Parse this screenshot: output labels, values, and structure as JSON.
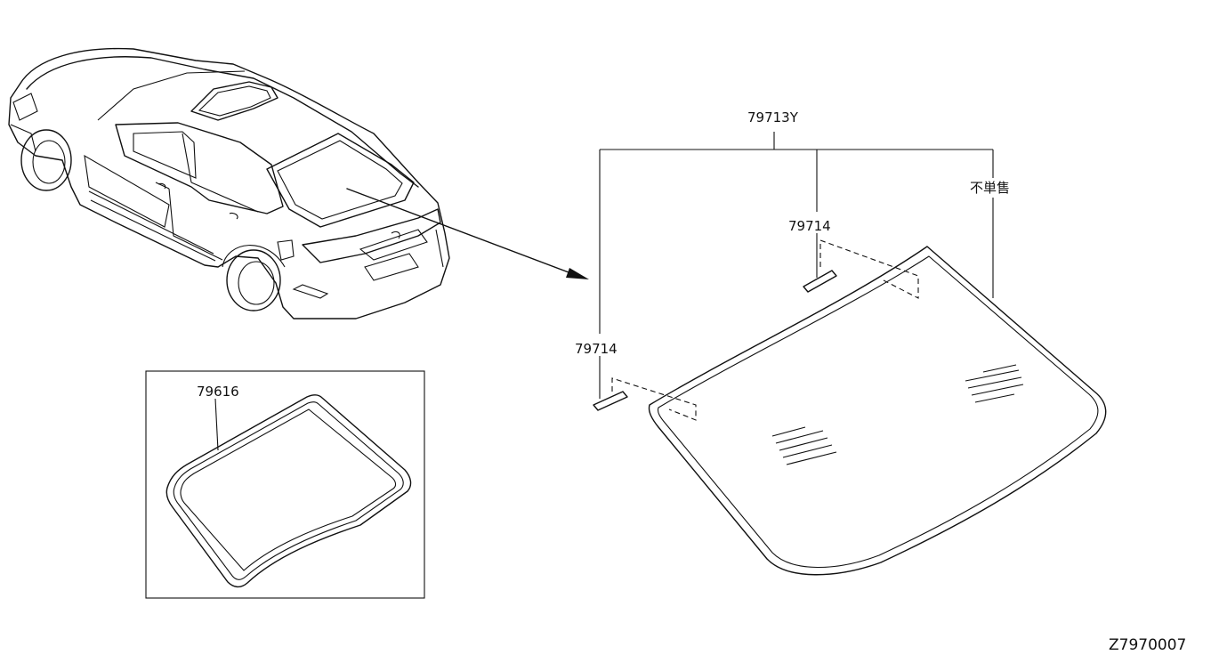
{
  "diagram": {
    "labels": {
      "assembly": "79713Y",
      "not_sold_separately": "不単售",
      "spacer_upper": "79714",
      "spacer_left": "79714",
      "molding": "79616",
      "drawing_code": "Z7970007"
    }
  }
}
